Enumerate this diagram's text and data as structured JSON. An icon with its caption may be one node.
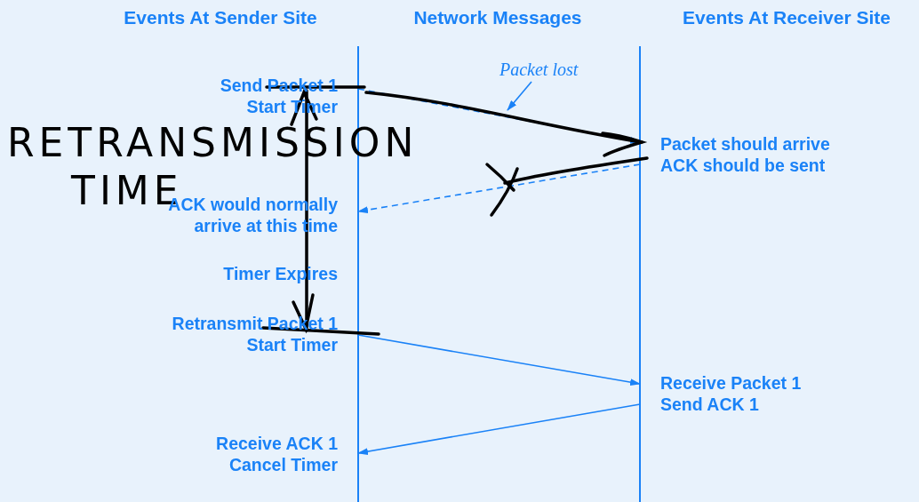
{
  "diagram": {
    "nodes": [
      {
        "text": [
          "Send Packet 1",
          "Start Timer"
        ]
      },
      {
        "text": [
          "ACK would normally",
          "arrive at this time"
        ]
      },
      {
        "text": [
          "Retransmit Packet 1",
          "Start Timer"
        ]
      },
      {
        "text": [
          "Receive ACK 1",
          "Cancel Timer"
        ]
      },
      {
        "text": [
          "Packet should arrive",
          "ACK should be sent"
        ]
      },
      {
        "text": [
          "Receive Packet 1",
          "Send ACK 1"
        ]
      },
      {
        "text": [
          "Packet lost"
        ]
      }
    ],
    "edges": [
      {
        "from": 0,
        "to": 4,
        "arrow": "to",
        "style": "dashed"
      },
      {
        "from": 4,
        "to": 1,
        "arrow": "to",
        "style": "dashed"
      },
      {
        "from": 2,
        "to": 5,
        "arrow": "to"
      },
      {
        "from": 5,
        "to": 3,
        "arrow": "to"
      },
      {
        "from": 6,
        "to": null,
        "arrow": "to"
      }
    ],
    "labels": [
      "Events At Sender Site",
      "Network Messages",
      "Events At Receiver Site",
      "RETRANSMISSION TIME",
      "Timer Expires"
    ]
  }
}
